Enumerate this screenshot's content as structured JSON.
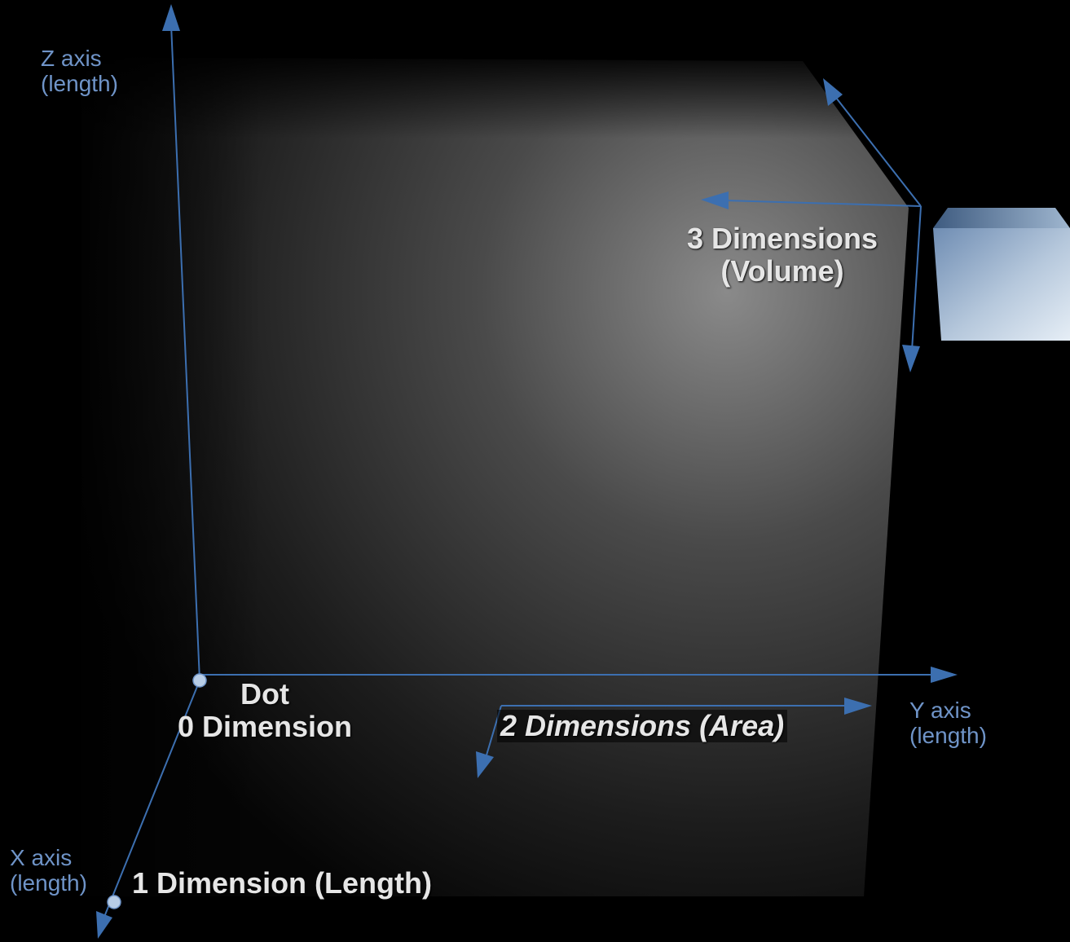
{
  "axes": {
    "z": {
      "name": "Z axis",
      "unit": "(length)"
    },
    "y": {
      "name": "Y axis",
      "unit": "(length)"
    },
    "x": {
      "name": "X axis",
      "unit": "(length)"
    }
  },
  "dimensions": {
    "zero": {
      "line1": "Dot",
      "line2": "0 Dimension"
    },
    "one": {
      "label": "1 Dimension  (Length)"
    },
    "two": {
      "label": "2 Dimensions  (Area)"
    },
    "three": {
      "line1": "3 Dimensions",
      "line2": "(Volume)"
    }
  },
  "colors": {
    "axis_line": "#3c6fb0",
    "axis_label": "#6f94c8",
    "dim_label": "#e6e6e6",
    "background": "#000000",
    "cube": "#7e9bbd"
  }
}
